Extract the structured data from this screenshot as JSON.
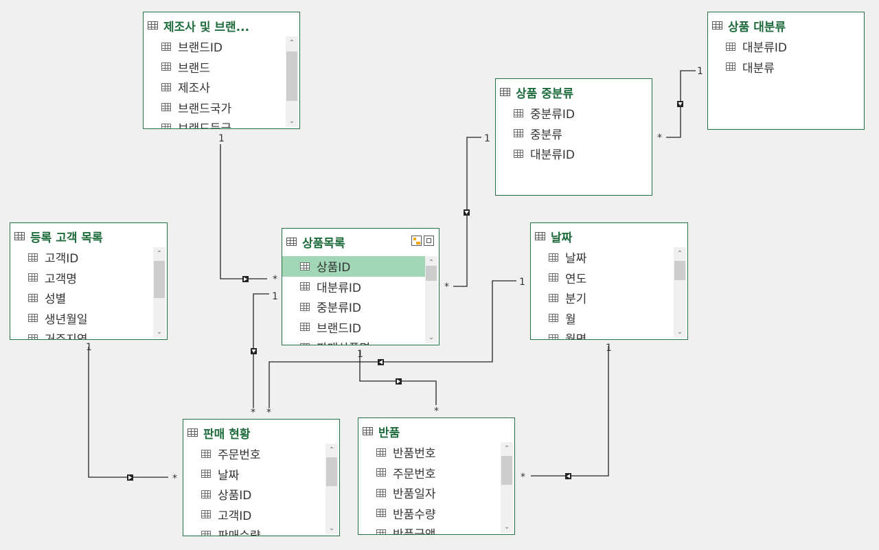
{
  "tables": [
    {
      "id": "manufacturer",
      "title": "제조사 및 브랜...",
      "fields": [
        "브랜드ID",
        "브랜드",
        "제조사",
        "브랜드국가",
        "브랜드등급"
      ]
    },
    {
      "id": "major",
      "title": "상품 대분류",
      "fields": [
        "대분류ID",
        "대분류"
      ]
    },
    {
      "id": "middle",
      "title": "상품 중분류",
      "fields": [
        "중분류ID",
        "중분류",
        "대분류ID"
      ]
    },
    {
      "id": "customer",
      "title": "등록 고객 목록",
      "fields": [
        "고객ID",
        "고객명",
        "성별",
        "생년월일",
        "거주지역"
      ]
    },
    {
      "id": "product",
      "title": "상품목록",
      "fields": [
        "상품ID",
        "대분류ID",
        "중분류ID",
        "브랜드ID",
        "판매상품명"
      ],
      "selected_field": "상품ID"
    },
    {
      "id": "date",
      "title": "날짜",
      "fields": [
        "날짜",
        "연도",
        "분기",
        "월",
        "월명"
      ]
    },
    {
      "id": "sales",
      "title": "판매 현황",
      "fields": [
        "주문번호",
        "날짜",
        "상품ID",
        "고객ID",
        "판매수량"
      ]
    },
    {
      "id": "returns",
      "title": "반품",
      "fields": [
        "반품번호",
        "주문번호",
        "반품일자",
        "반품수량",
        "반품금액"
      ]
    }
  ],
  "relationships": [
    {
      "from": "상품 대분류",
      "to": "상품 중분류",
      "one": "1",
      "many": "*"
    },
    {
      "from": "상품 중분류",
      "to": "상품목록",
      "one": "1",
      "many": "*"
    },
    {
      "from": "제조사 및 브랜...",
      "to": "상품목록",
      "one": "1",
      "many": "*"
    },
    {
      "from": "상품목록",
      "to": "판매 현황",
      "one": "1",
      "many": "*"
    },
    {
      "from": "상품목록",
      "to": "반품",
      "one": "1",
      "many": "*"
    },
    {
      "from": "날짜",
      "to": "판매 현황",
      "one": "1",
      "many": "*"
    },
    {
      "from": "날짜",
      "to": "반품",
      "one": "1",
      "many": "*"
    },
    {
      "from": "등록 고객 목록",
      "to": "판매 현황",
      "one": "1",
      "many": "*"
    }
  ]
}
